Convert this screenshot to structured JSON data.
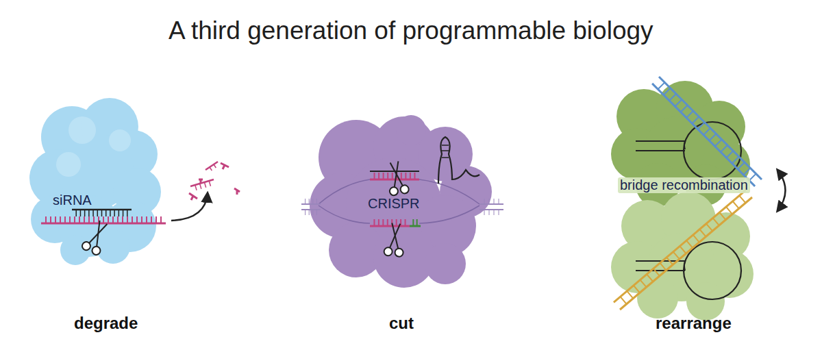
{
  "diagram": {
    "title": "A third generation of programmable biology",
    "nodes": [
      {
        "text": [
          "siRNA"
        ]
      },
      {
        "text": [
          "CRISPR"
        ]
      }
    ],
    "labels": [
      "bridge recombination",
      "degrade",
      "cut",
      "rearrange"
    ]
  }
}
